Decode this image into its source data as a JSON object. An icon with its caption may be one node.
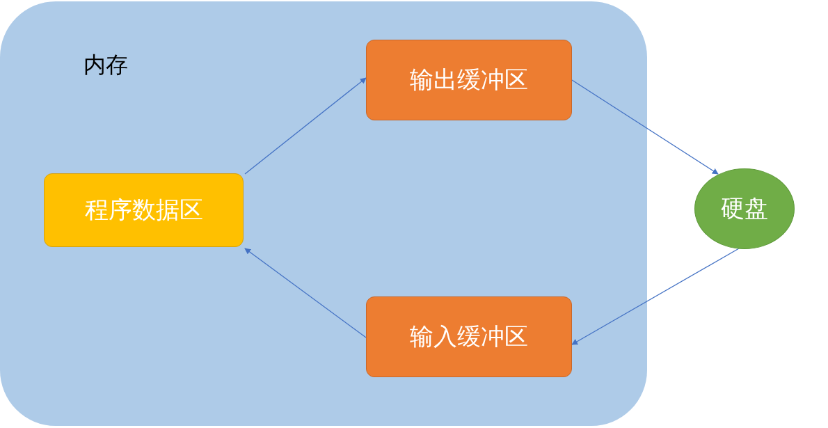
{
  "diagram": {
    "nodes": [
      {
        "text": [
          "内存"
        ]
      },
      {
        "text": [
          "程序数据区"
        ],
        "in": 0
      },
      {
        "text": [
          "输出缓冲区"
        ],
        "in": 0
      },
      {
        "text": [
          "输入缓冲区"
        ],
        "in": 0
      },
      {
        "text": [
          "硬盘"
        ]
      }
    ],
    "edges": [
      {
        "from": 1,
        "to": 2,
        "arrow": "to"
      },
      {
        "from": 2,
        "to": 4,
        "arrow": "to"
      },
      {
        "from": 4,
        "to": 3,
        "arrow": "to"
      },
      {
        "from": 3,
        "to": 1,
        "arrow": "to"
      }
    ]
  }
}
